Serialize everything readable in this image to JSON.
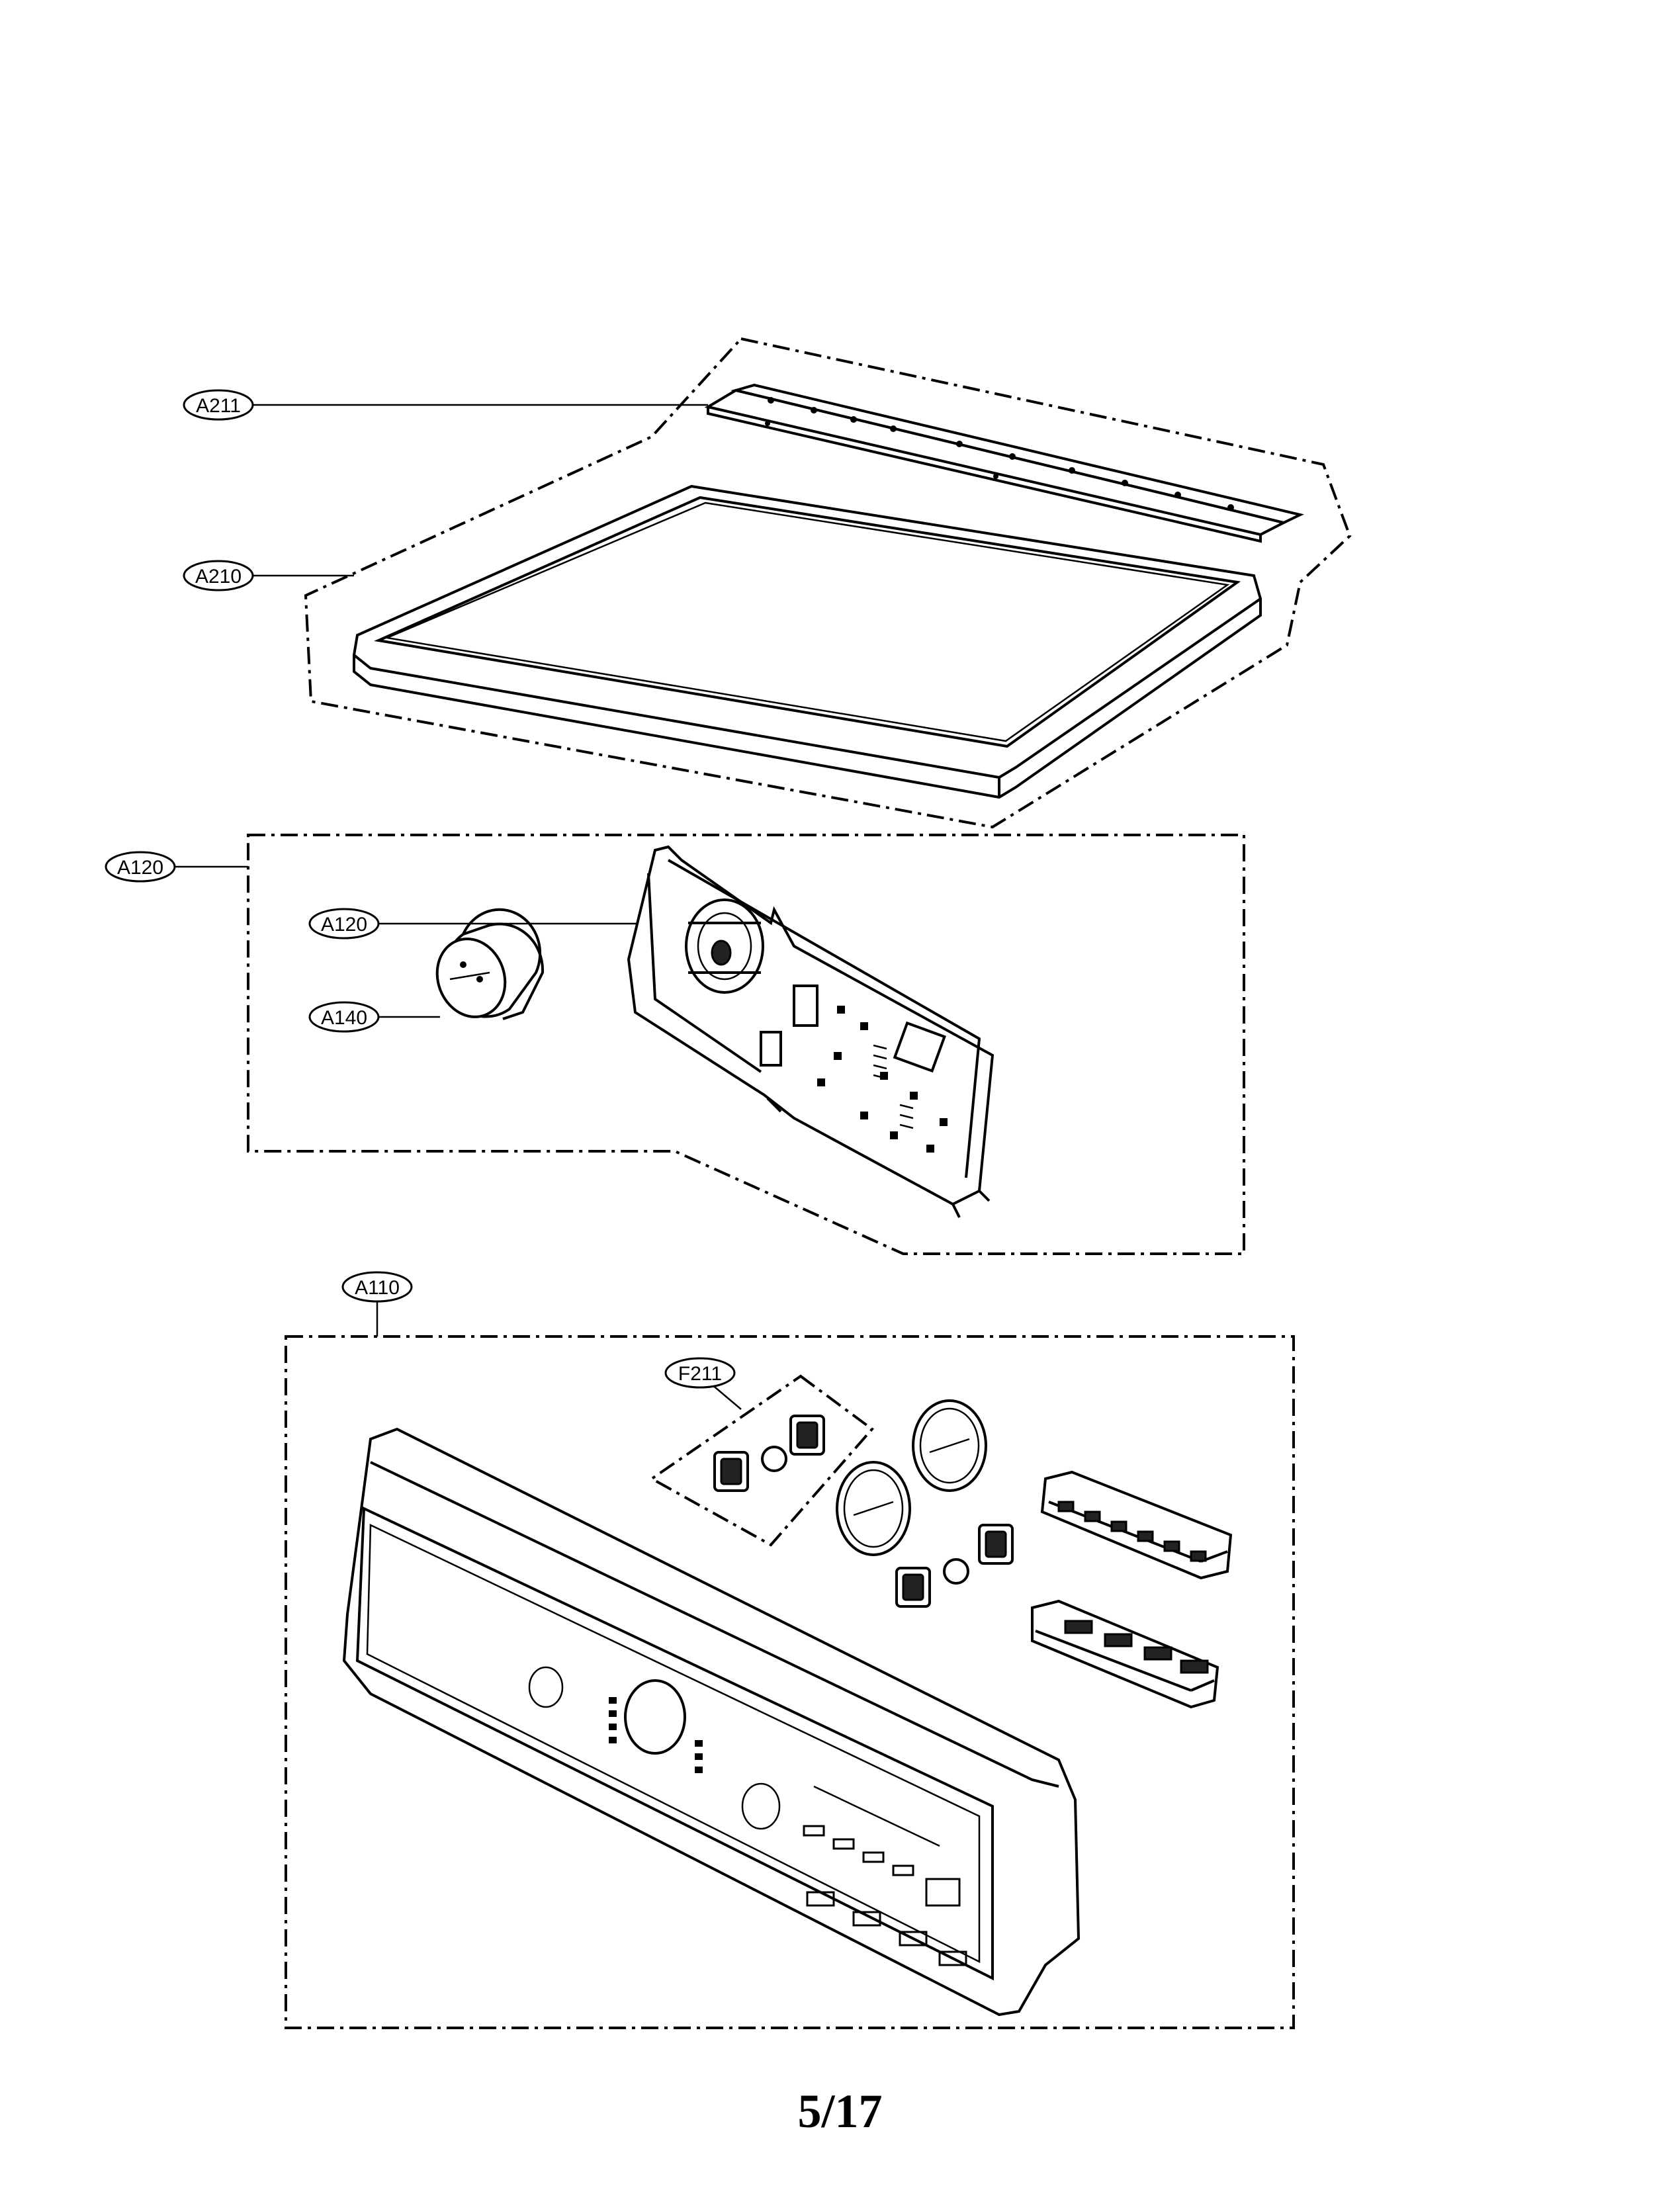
{
  "diagram": {
    "callouts": {
      "a211": "A211",
      "a210": "A210",
      "a120_group": "A120",
      "a120_board": "A120",
      "a140": "A140",
      "a110": "A110",
      "f211": "F211"
    },
    "page_number": "5/17"
  }
}
